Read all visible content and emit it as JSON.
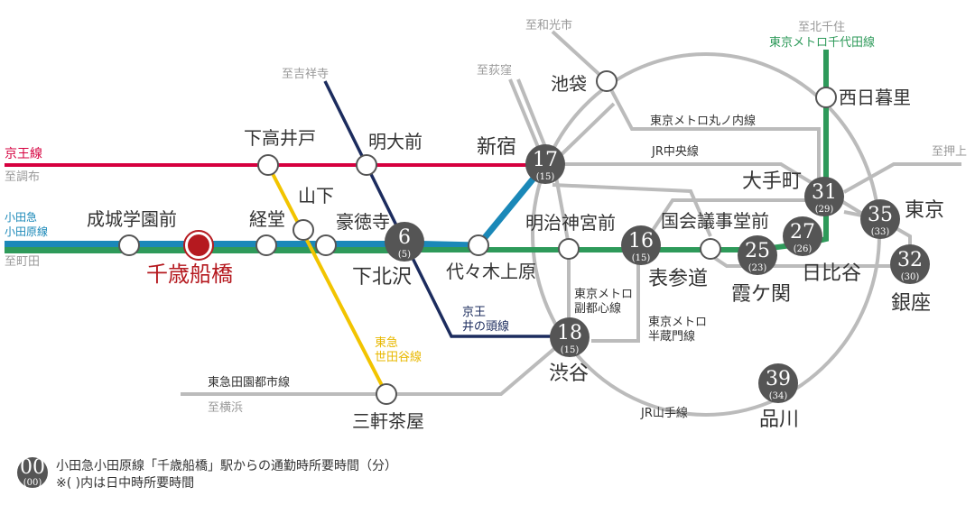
{
  "colors": {
    "keio": "#d6003f",
    "odakyu_blue": "#1a88b8",
    "chiyoda_green": "#2e9a5a",
    "setagaya": "#f2c400",
    "inokashira": "#1c2c5e",
    "gray": "#bbbbbb",
    "hub": "#555555",
    "home": "#b5191f"
  },
  "lines": {
    "keio": "京王線",
    "odakyu": [
      "小田急",
      "小田原線"
    ],
    "chiyoda": "東京メトロ千代田線",
    "marunouchi": "東京メトロ丸ノ内線",
    "chuo": "JR中央線",
    "fukutoshin": [
      "東京メトロ",
      "副都心線"
    ],
    "hanzomon": [
      "東京メトロ",
      "半蔵門線"
    ],
    "inokashira": [
      "京王",
      "井の頭線"
    ],
    "setagaya": [
      "東急",
      "世田谷線"
    ],
    "denentoshi": "東急田園都市線",
    "yamanote": "JR山手線"
  },
  "destinations": {
    "chofu": "至調布",
    "machida": "至町田",
    "kichijoji": "至吉祥寺",
    "ogikubo": "至荻窪",
    "wakoshi": "至和光市",
    "kitasenju": "至北千住",
    "oshiage": "至押上",
    "yokohama": "至横浜"
  },
  "stations": {
    "home": "千歳船橋",
    "seijo": "成城学園前",
    "kyodo": "経堂",
    "yamashita": "山下",
    "gotokuji": "豪徳寺",
    "shimotakaido": "下高井戸",
    "meidaimae": "明大前",
    "yoyogiuehara": "代々木上原",
    "meijijingumae": "明治神宮前",
    "kokkai": "国会議事堂前",
    "ikebukuro": "池袋",
    "nishinippori": "西日暮里",
    "sangenjaya": "三軒茶屋"
  },
  "hubs": [
    {
      "name": "下北沢",
      "time": "6",
      "daytime": "(5)"
    },
    {
      "name": "新宿",
      "time": "17",
      "daytime": "(15)"
    },
    {
      "name": "表参道",
      "time": "16",
      "daytime": "(15)"
    },
    {
      "name": "渋谷",
      "time": "18",
      "daytime": "(15)"
    },
    {
      "name": "霞ケ関",
      "time": "25",
      "daytime": "(23)"
    },
    {
      "name": "日比谷",
      "time": "27",
      "daytime": "(26)"
    },
    {
      "name": "大手町",
      "time": "31",
      "daytime": "(29)"
    },
    {
      "name": "東京",
      "time": "35",
      "daytime": "(33)"
    },
    {
      "name": "銀座",
      "time": "32",
      "daytime": "(30)"
    },
    {
      "name": "品川",
      "time": "39",
      "daytime": "(34)"
    }
  ],
  "legend": {
    "sample_time": "00",
    "sample_daytime": "(00)",
    "line1": "小田急小田原線「千歳船橋」駅からの通勤時所要時間（分）",
    "line2": "※( )内は日中時所要時間"
  }
}
